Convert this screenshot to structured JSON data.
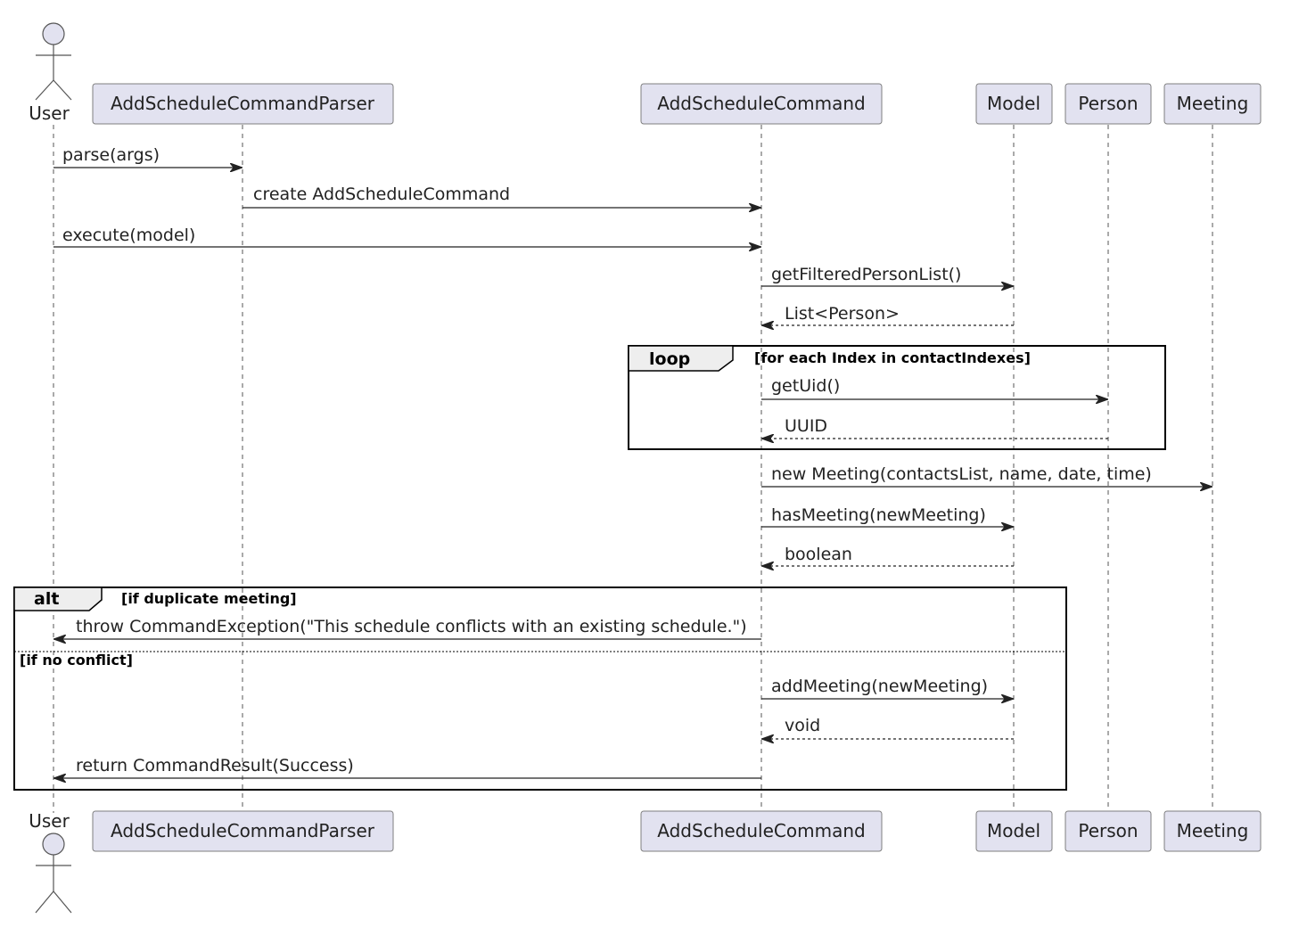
{
  "participants": [
    {
      "id": "user",
      "label": "User",
      "kind": "actor"
    },
    {
      "id": "parser",
      "label": "AddScheduleCommandParser",
      "kind": "box"
    },
    {
      "id": "command",
      "label": "AddScheduleCommand",
      "kind": "box"
    },
    {
      "id": "model",
      "label": "Model",
      "kind": "box"
    },
    {
      "id": "person",
      "label": "Person",
      "kind": "box"
    },
    {
      "id": "meeting",
      "label": "Meeting",
      "kind": "box"
    }
  ],
  "messages": [
    {
      "from": "user",
      "to": "parser",
      "label": "parse(args)",
      "type": "sync"
    },
    {
      "from": "parser",
      "to": "command",
      "label": "create AddScheduleCommand",
      "type": "sync"
    },
    {
      "from": "user",
      "to": "command",
      "label": "execute(model)",
      "type": "sync"
    },
    {
      "from": "command",
      "to": "model",
      "label": "getFilteredPersonList()",
      "type": "sync"
    },
    {
      "from": "model",
      "to": "command",
      "label": "List<Person>",
      "type": "return"
    },
    {
      "from": "command",
      "to": "person",
      "label": "getUid()",
      "type": "sync"
    },
    {
      "from": "person",
      "to": "command",
      "label": "UUID",
      "type": "return"
    },
    {
      "from": "command",
      "to": "meeting",
      "label": "new Meeting(contactsList, name, date, time)",
      "type": "sync"
    },
    {
      "from": "command",
      "to": "model",
      "label": "hasMeeting(newMeeting)",
      "type": "sync"
    },
    {
      "from": "model",
      "to": "command",
      "label": "boolean",
      "type": "return"
    },
    {
      "from": "command",
      "to": "user",
      "label": "throw CommandException(\"This schedule conflicts with an existing schedule.\")",
      "type": "sync"
    },
    {
      "from": "command",
      "to": "model",
      "label": "addMeeting(newMeeting)",
      "type": "sync"
    },
    {
      "from": "model",
      "to": "command",
      "label": "void",
      "type": "return"
    },
    {
      "from": "command",
      "to": "user",
      "label": "return CommandResult(Success)",
      "type": "sync"
    }
  ],
  "fragments": {
    "loop": {
      "keyword": "loop",
      "guard": "[for each Index in contactIndexes]"
    },
    "alt": {
      "keyword": "alt",
      "guard": "[if duplicate meeting]",
      "else_guard": "[if no conflict]"
    }
  }
}
